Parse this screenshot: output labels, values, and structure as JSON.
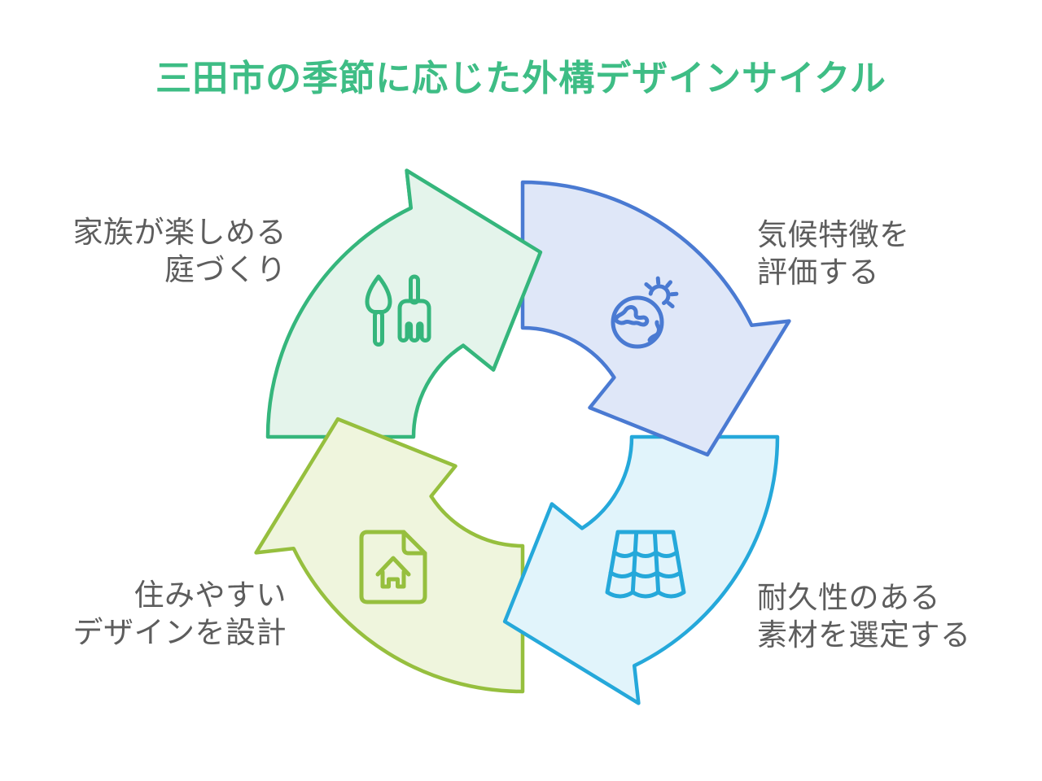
{
  "title": {
    "text": "三田市の季節に応じた外構デザインサイクル",
    "color": "#3ebd85"
  },
  "background_color": "#ffffff",
  "label_color": "#5d5d5d",
  "diagram": {
    "type": "cycle",
    "direction": "clockwise",
    "steps": [
      {
        "position": "top-right",
        "icon": "globe-sun-icon",
        "line1": "気候特徴を",
        "line2": "評価する",
        "fill": "#dfe7f8",
        "stroke": "#4a7ad2"
      },
      {
        "position": "bottom-right",
        "icon": "roof-tiles-icon",
        "line1": "耐久性のある",
        "line2": "素材を選定する",
        "fill": "#e1f4fb",
        "stroke": "#25a8da"
      },
      {
        "position": "bottom-left",
        "icon": "house-document-icon",
        "line1": "住みやすい",
        "line2": "デザインを設計",
        "fill": "#eff5dd",
        "stroke": "#96bf3e"
      },
      {
        "position": "top-left",
        "icon": "garden-tools-icon",
        "line1": "家族が楽しめる",
        "line2": "庭づくり",
        "fill": "#e4f4eb",
        "stroke": "#35b67c"
      }
    ]
  }
}
